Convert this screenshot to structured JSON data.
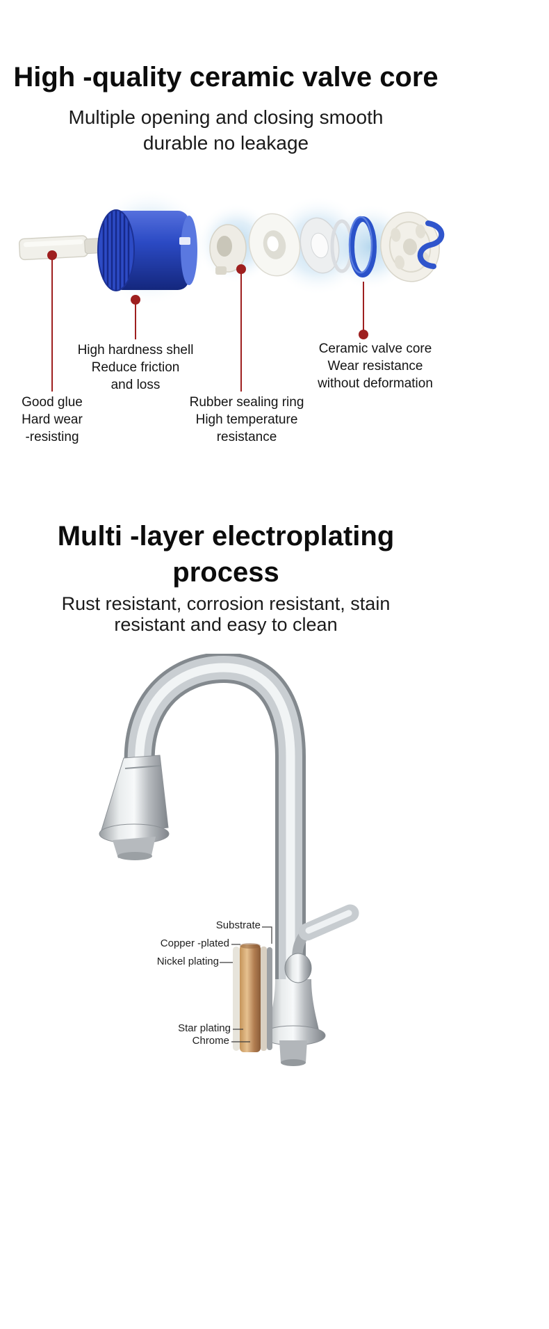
{
  "valve_section": {
    "title": "High -quality ceramic valve core",
    "subtitle": "Multiple opening and closing smooth\ndurable no leakage",
    "callouts": {
      "good_glue": "Good glue\nHard wear\n-resisting",
      "high_hardness_shell": "High hardness shell\nReduce friction\nand loss",
      "rubber_sealing_ring": "Rubber sealing ring\nHigh temperature\nresistance",
      "ceramic_valve_core": "Ceramic valve core\nWear resistance\nwithout deformation"
    }
  },
  "plating_section": {
    "title": "Multi -layer electroplating\nprocess",
    "subtitle": "Rust resistant, corrosion resistant, stain\nresistant and easy to clean",
    "layer_labels": {
      "substrate": "Substrate",
      "copper_plated": "Copper -plated",
      "nickel_plating": "Nickel plating",
      "star_plating": "Star plating",
      "chrome": "Chrome"
    }
  },
  "colors": {
    "background": "#ffffff",
    "callout_accent": "#9e1f1f",
    "valve_body_blue": "#2b4ac4",
    "seal_blue": "#2a52c9",
    "copper_layer": "#b07c50"
  }
}
